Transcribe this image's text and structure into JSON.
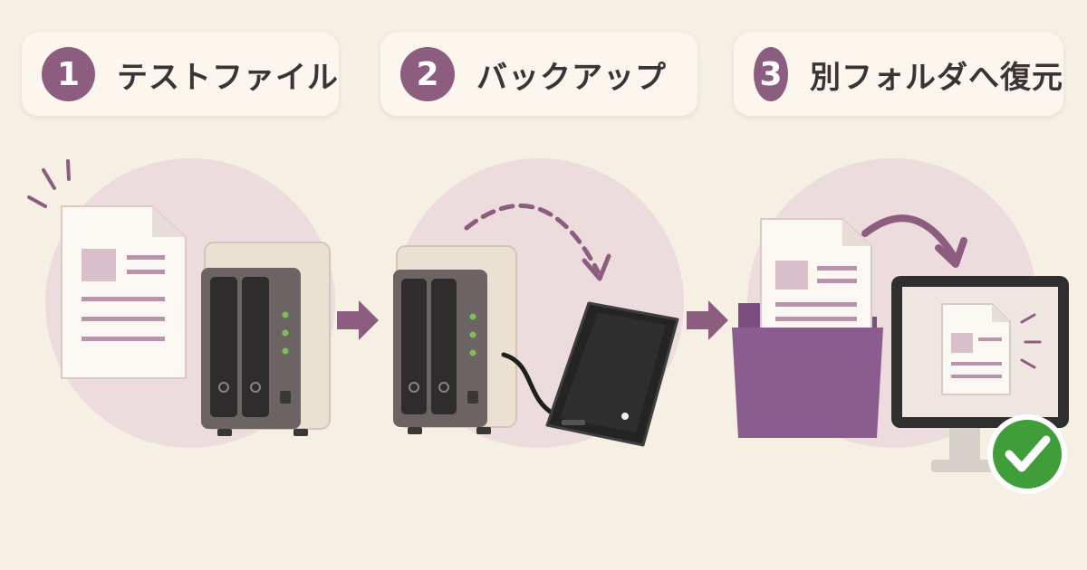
{
  "steps": [
    {
      "number": "1",
      "label": "テストファイル"
    },
    {
      "number": "2",
      "label": "バックアップ"
    },
    {
      "number": "3",
      "label": "別フォルダへ復元"
    }
  ],
  "icons": [
    "document-icon",
    "nas-icon",
    "arrow-right-icon",
    "external-hdd-icon",
    "dashed-arrow-icon",
    "folder-icon",
    "monitor-icon",
    "curved-arrow-icon",
    "check-icon"
  ],
  "colors": {
    "background": "#f6efe4",
    "accent": "#8c5d7e",
    "circle": "#ead6dc",
    "folder": "#8b5c8e",
    "check": "#3f9e3a"
  }
}
